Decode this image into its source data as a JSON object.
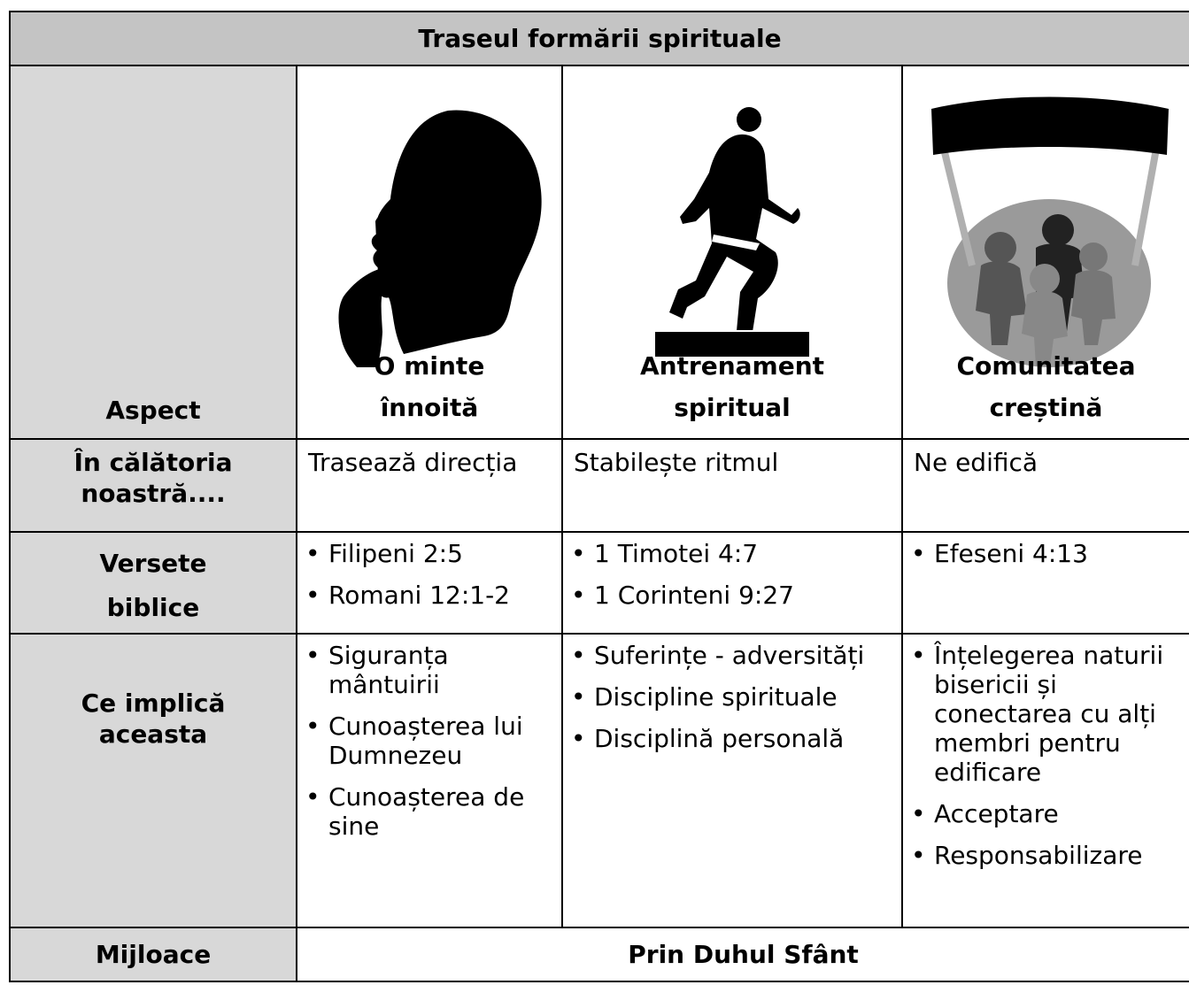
{
  "table": {
    "title": "Traseul formării spirituale",
    "header": {
      "aspect_label": "Aspect",
      "columns": [
        {
          "caption_line1": "O minte",
          "caption_line2": "înnoită",
          "icon": "thinking-head-icon"
        },
        {
          "caption_line1": "Antrenament",
          "caption_line2": "spiritual",
          "icon": "runner-icon"
        },
        {
          "caption_line1": "Comunitatea",
          "caption_line2": "creștină",
          "icon": "community-icon"
        }
      ]
    },
    "rows": {
      "journey": {
        "label": "În călătoria noastră....",
        "cells": [
          "Trasează direcția",
          "Stabilește ritmul",
          "Ne edifică"
        ]
      },
      "verses": {
        "label_line1": "Versete",
        "label_line2": "biblice",
        "cells": [
          [
            "Filipeni 2:5",
            "Romani 12:1-2"
          ],
          [
            "1 Timotei 4:7",
            "1 Corinteni 9:27"
          ],
          [
            "Efeseni 4:13"
          ]
        ]
      },
      "implies": {
        "label_line1": "Ce implică",
        "label_line2": "aceasta",
        "cells": [
          [
            "Siguranța mântuirii",
            "Cunoașterea lui Dumnezeu",
            "Cunoașterea  de sine"
          ],
          [
            "Suferințe - adversități",
            "Discipline spirituale",
            "Disciplină personală"
          ],
          [
            "Înțelegerea naturii bisericii și conectarea cu alți membri pentru edificare",
            "Acceptare",
            "Responsabilizare"
          ]
        ]
      },
      "means": {
        "label": "Mijloace",
        "value": "Prin Duhul Sfânt"
      }
    }
  }
}
